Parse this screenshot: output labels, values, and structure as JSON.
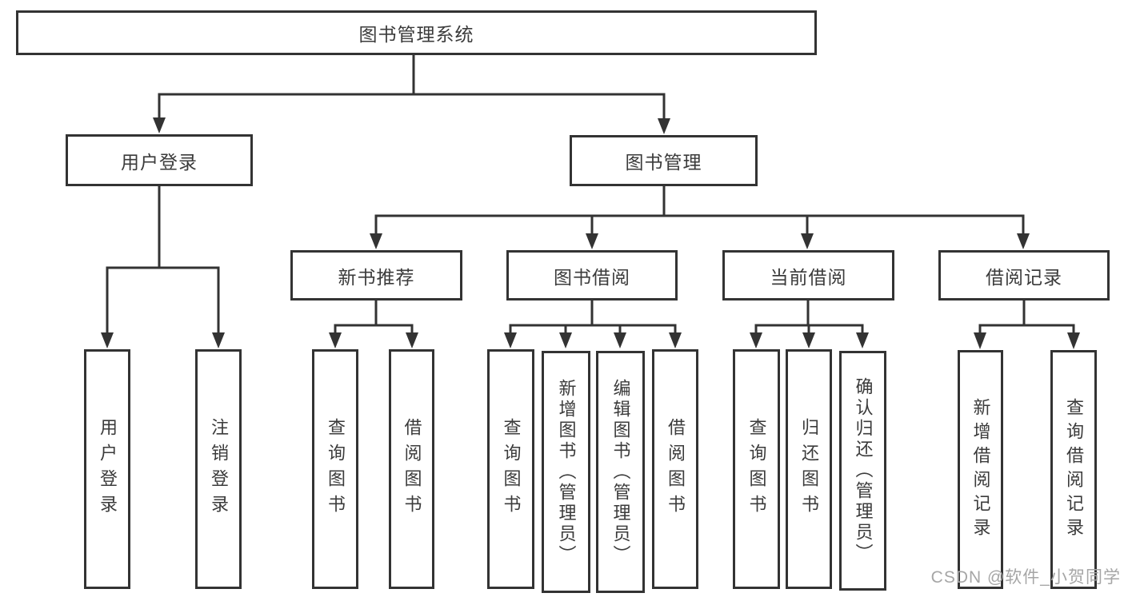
{
  "diagram": {
    "title": "图书管理系统",
    "level2": {
      "login": "用户登录",
      "management": "图书管理"
    },
    "level3": {
      "new_books": "新书推荐",
      "borrowing": "图书借阅",
      "current": "当前借阅",
      "records": "借阅记录"
    },
    "leaves": {
      "user_login": "用户登录",
      "logout": "注销登录",
      "new_query_book": "查询图书",
      "new_borrow_book": "借阅图书",
      "bor_query_book": "查询图书",
      "bor_add_book": "新增图书（管理员）",
      "bor_edit_book": "编辑图书（管理员）",
      "bor_borrow_book": "借阅图书",
      "cur_query_book": "查询图书",
      "cur_return_book": "归还图书",
      "cur_confirm_return": "确认归还（管理员）",
      "rec_add_record": "新增借阅记录",
      "rec_query_record": "查询借阅记录"
    },
    "colors": {
      "line": "#333333",
      "border": "#333333",
      "text": "#3b3b3b",
      "watermark": "#a6a6a6",
      "background": "#ffffff"
    }
  },
  "watermark": {
    "text": "CSDN @软件_小贺同学"
  }
}
